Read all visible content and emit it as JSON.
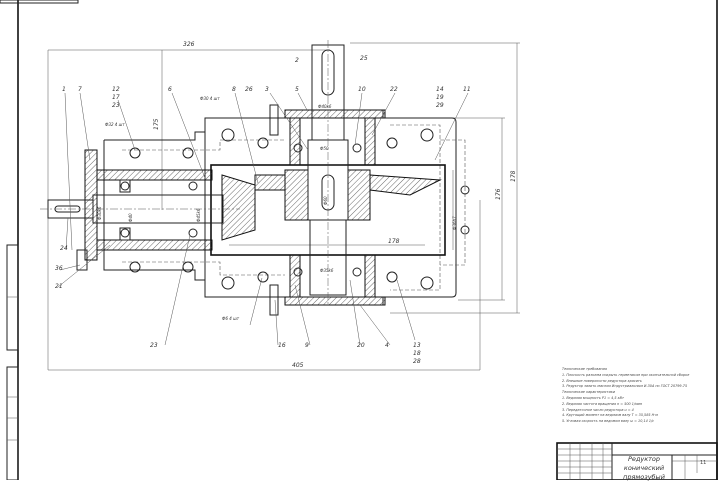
{
  "drawing": {
    "title": "Редуктор конический прямозубый",
    "sheet": "11",
    "dimensions": [
      "326",
      "175",
      "405",
      "178",
      "176",
      "178",
      "Ф40k6",
      "Ф50",
      "Ф60",
      "Ф35k6",
      "Ф30k6",
      "Ф40",
      "Ф45k6",
      "Ф36h7"
    ],
    "callouts": [
      "1",
      "7",
      "12",
      "17",
      "23",
      "6",
      "Ф30 4 шт",
      "8",
      "26",
      "3",
      "5",
      "10",
      "22",
      "14",
      "19",
      "29",
      "11",
      "2",
      "25",
      "24",
      "36",
      "21",
      "Ф32 4 шт",
      "Ф6 4 шт",
      "23",
      "16",
      "9",
      "20",
      "4",
      "13",
      "18",
      "28"
    ]
  },
  "notes": {
    "req_heading": "Технические требования",
    "req": [
      "1. Плоскость разъема покрыть герметиком при окончательной сборке",
      "2. Внешние поверхности редуктора красить",
      "3. Редуктор залить маслом Индустриальным И-30А по ГОСТ 20799-75"
    ],
    "char_heading": "Технические характеристики",
    "chars": [
      "1. Ведомая мощность P1 = 4,5 кВт",
      "2. Ведомая частота вращения n = 500 1/мин",
      "3. Передаточное число редуктора u = 4",
      "4. Крутящий момент на ведомом валу T = 35,585 Н·м",
      "5. Угловая скорость на ведомом валу ω = 10,14 1/с"
    ]
  }
}
